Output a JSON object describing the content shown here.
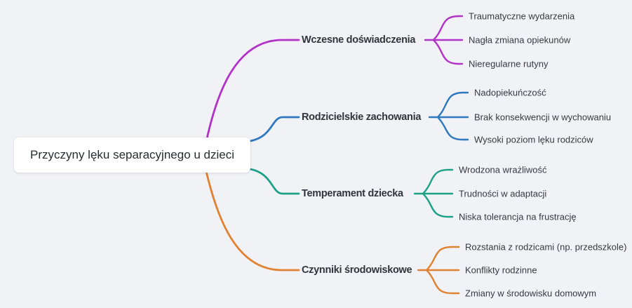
{
  "canvas": {
    "background": "#f1f2f6",
    "root_node_background": "#ffffff"
  },
  "root": {
    "label": "Przyczyny lęku separacyjnego u dzieci"
  },
  "branches": [
    {
      "label": "Wczesne doświadczenia",
      "color": "#b232c9",
      "children": [
        "Traumatyczne wydarzenia",
        "Nagła zmiana opiekunów",
        "Nieregularne rutyny"
      ]
    },
    {
      "label": "Rodzicielskie zachowania",
      "color": "#2f78c0",
      "children": [
        "Nadopiekuńczość",
        "Brak konsekwencji w wychowaniu",
        "Wysoki poziom lęku rodziców"
      ]
    },
    {
      "label": "Temperament dziecka",
      "color": "#1ea087",
      "children": [
        "Wrodzona wrażliwość",
        "Trudności w adaptacji",
        "Niska tolerancja na frustrację"
      ]
    },
    {
      "label": "Czynniki środowiskowe",
      "color": "#e08232",
      "children": [
        "Rozstania z rodzicami (np. przedszkole)",
        "Konflikty rodzinne",
        "Zmiany w środowisku domowym"
      ]
    }
  ]
}
